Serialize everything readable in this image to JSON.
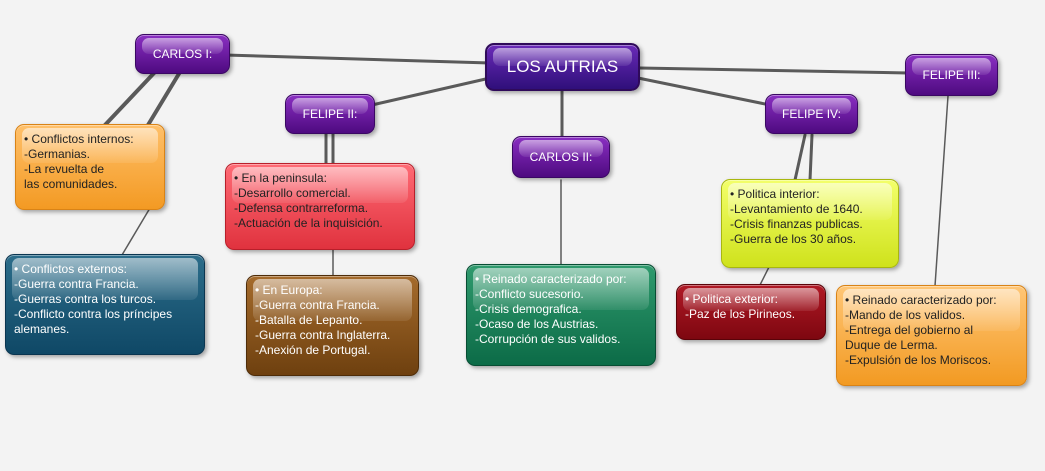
{
  "root": {
    "label": "LOS AUTRIAS"
  },
  "kings": {
    "carlos1": "CARLOS I:",
    "felipe2": "FELIPE II:",
    "carlos2": "CARLOS II:",
    "felipe4": "FELIPE IV:",
    "felipe3": "FELIPE III:"
  },
  "boxes": {
    "carlos1_internos": [
      "• Conflictos internos:",
      "-Germanias.",
      "-La revuelta de",
      "las comunidades."
    ],
    "carlos1_externos": [
      "• Conflictos externos:",
      "-Guerra contra Francia.",
      "-Guerras contra los turcos.",
      "-Conflicto contra los príncipes",
      "alemanes."
    ],
    "felipe2_peninsula": [
      "• En la peninsula:",
      "-Desarrollo comercial.",
      "-Defensa contrarreforma.",
      "-Actuación de la inquisición."
    ],
    "felipe2_europa": [
      "• En Europa:",
      "-Guerra contra Francia.",
      "-Batalla de Lepanto.",
      "-Guerra contra Inglaterra.",
      "-Anexión de Portugal."
    ],
    "carlos2_reinado": [
      "• Reinado caracterizado por:",
      "-Conflicto sucesorio.",
      "-Crisis demografica.",
      "-Ocaso de los Austrias.",
      "-Corrupción de sus validos."
    ],
    "felipe4_interior": [
      "• Politica interior:",
      "-Levantamiento de 1640.",
      "-Crisis finanzas publicas.",
      "-Guerra de los 30 años."
    ],
    "felipe4_exterior": [
      "• Politica exterior:",
      "-Paz de los Pirineos."
    ],
    "felipe3_reinado": [
      "• Reinado caracterizado por:",
      "-Mando de los validos.",
      "-Entrega del gobierno al",
      "Duque de Lerma.",
      "-Expulsión de los Moriscos."
    ]
  },
  "colors": {
    "title": "#5a1190",
    "orange": "#f6a43a",
    "teal": "#174f6e",
    "red": "#e8414c",
    "brown": "#7e4c15",
    "green": "#157a52",
    "yellow": "#dcee35",
    "darkred": "#8e0b15",
    "connector": "#555555"
  }
}
